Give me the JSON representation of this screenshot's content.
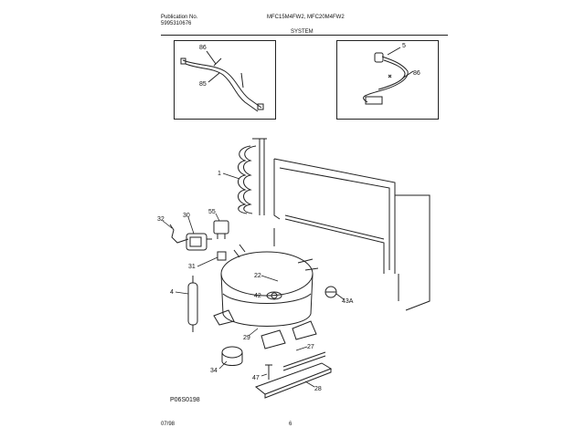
{
  "header": {
    "publication_label": "Publication No.",
    "publication_number": "5995310676",
    "models": "MFC15M4FW2, MFC20M4FW2",
    "section": "SYSTEM"
  },
  "diagram": {
    "code": "P06S0198",
    "callouts": {
      "c86a": "86",
      "c85": "85",
      "c5": "5",
      "c86b": "86",
      "c1": "1",
      "c32": "32",
      "c30": "30",
      "c55": "55",
      "c31": "31",
      "c22": "22",
      "c4": "4",
      "c42": "42",
      "c43a": "43A",
      "c29": "29",
      "c27": "27",
      "c34": "34",
      "c47": "47",
      "c28": "28"
    }
  },
  "footer": {
    "date": "07/98",
    "page": "6"
  }
}
